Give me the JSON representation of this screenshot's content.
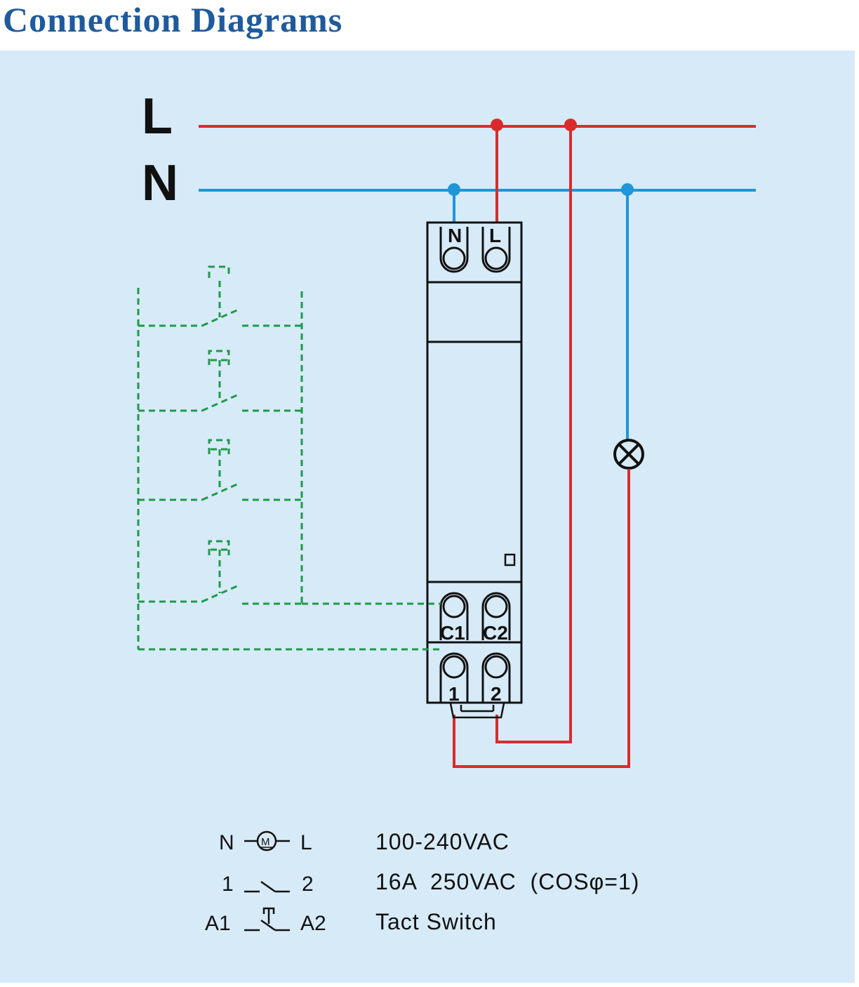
{
  "title": "Connection Diagrams",
  "bus": {
    "line_label": "L",
    "neutral_label": "N"
  },
  "terminals": {
    "n": "N",
    "l": "L",
    "c1": "C1",
    "c2": "C2",
    "t1": "1",
    "t2": "2"
  },
  "legend": [
    {
      "left": "N",
      "right": "L",
      "symbol": "motor-coil-icon",
      "desc": "100-240VAC"
    },
    {
      "left": "1",
      "right": "2",
      "symbol": "contact-icon",
      "desc": "16A  250VAC  (COSφ=1)"
    },
    {
      "left": "A1",
      "right": "A2",
      "symbol": "push-button-icon",
      "desc": "Tact Switch"
    }
  ],
  "colors": {
    "title": "#1f5a9c",
    "background": "#d7eaf8",
    "live_wire": "#d92b2b",
    "neutral_wire": "#1f96d8",
    "control_wire": "#1e9a4a",
    "device_outline": "#111111"
  }
}
